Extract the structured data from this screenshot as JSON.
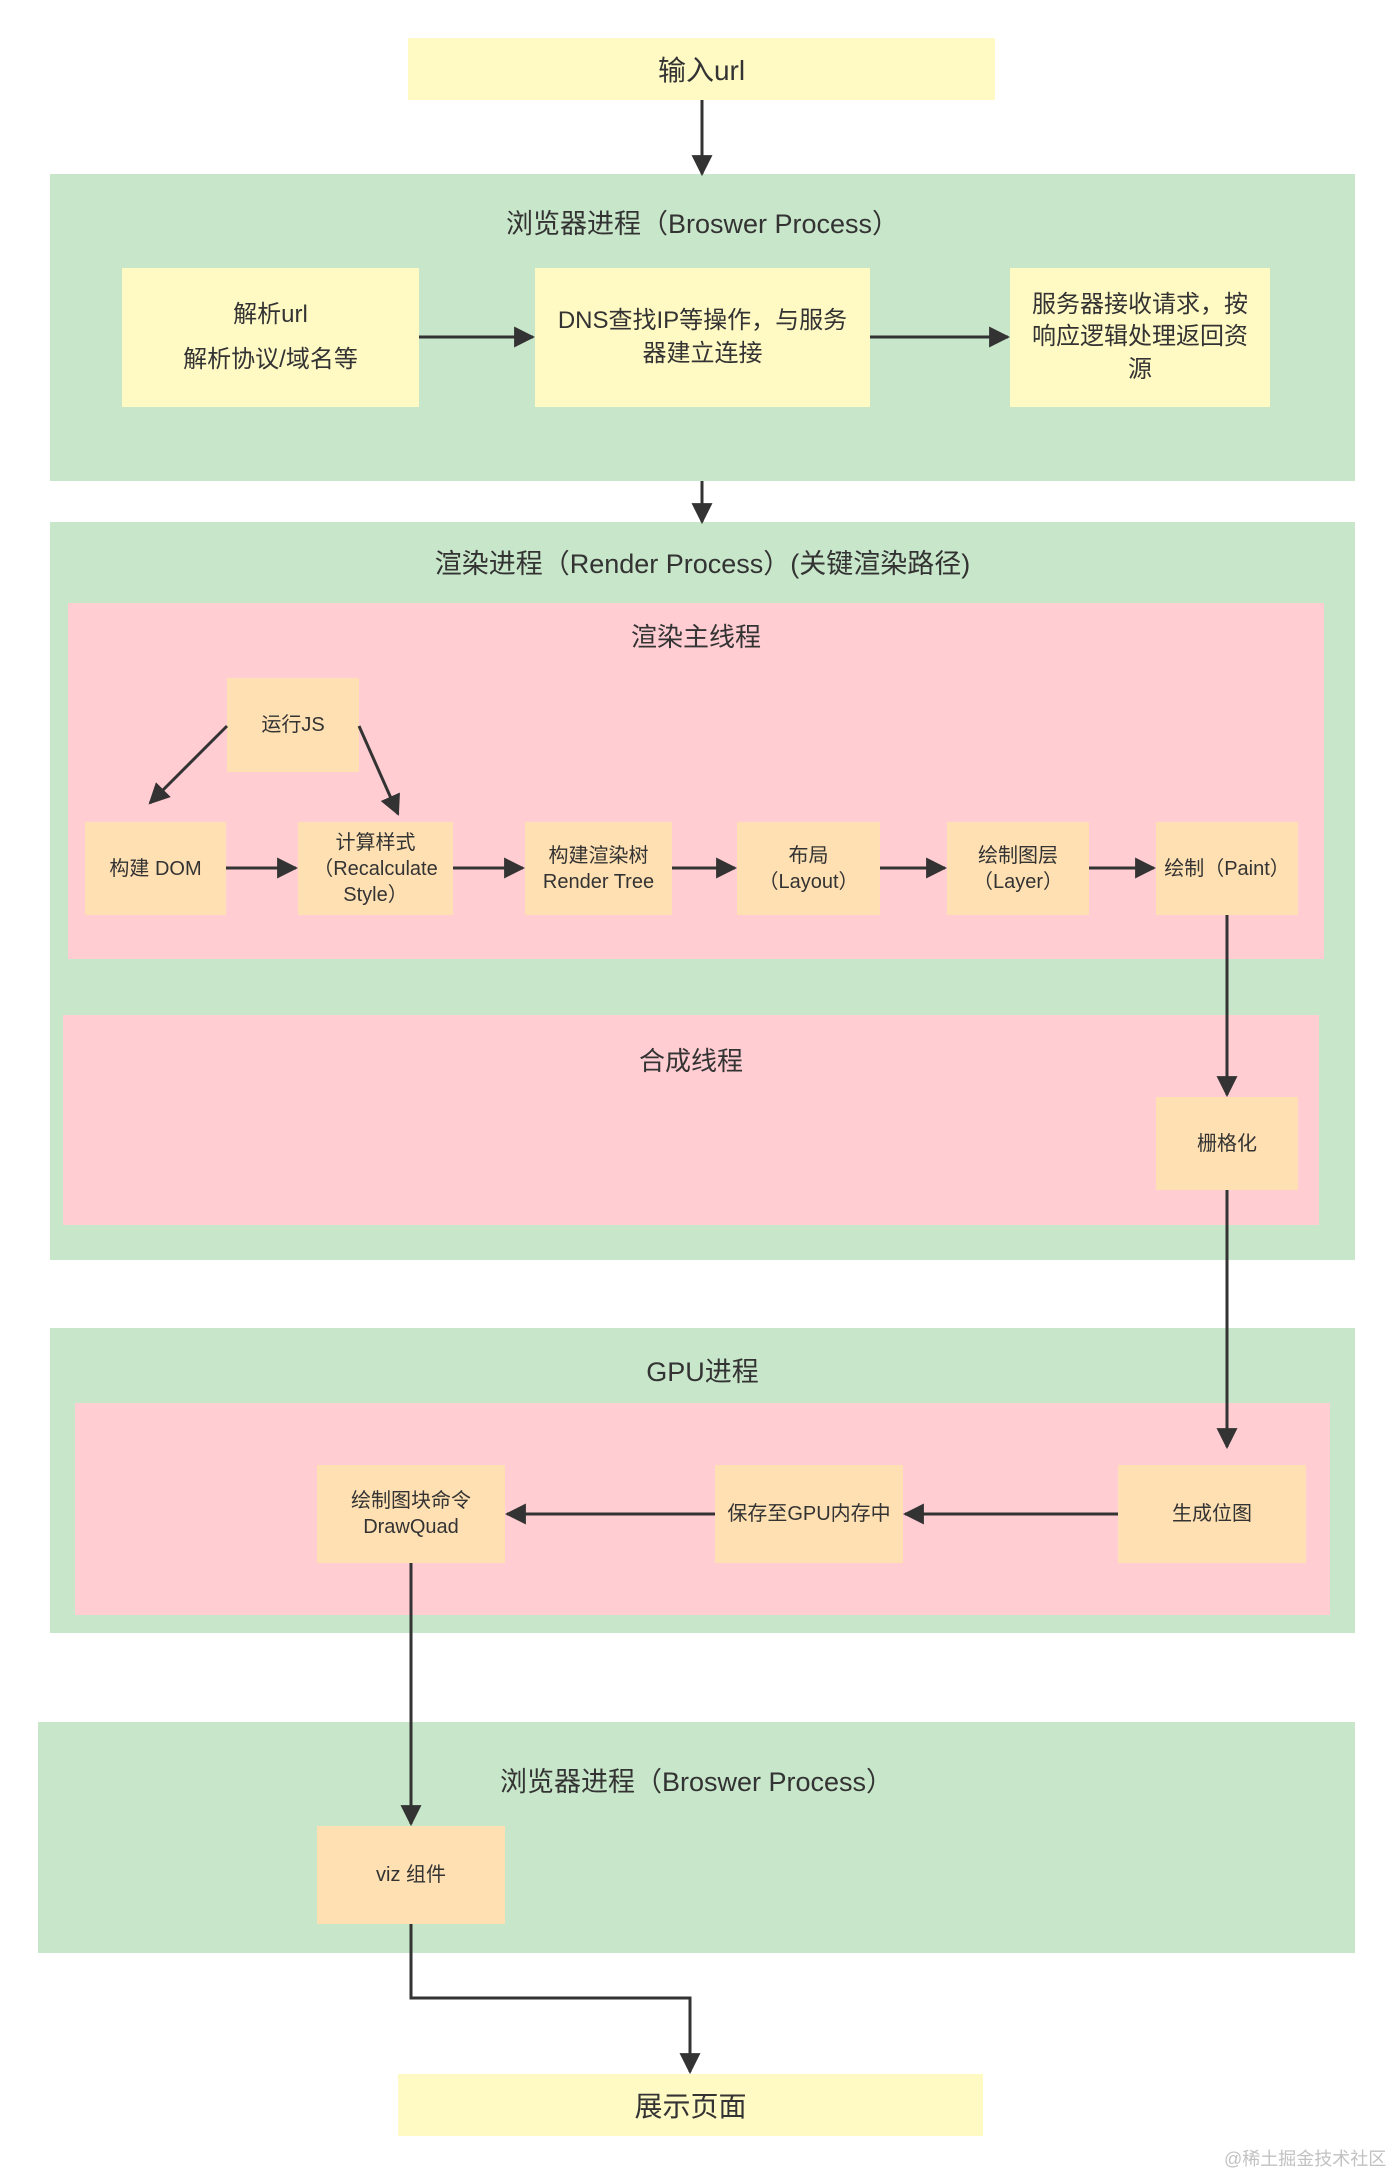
{
  "start": {
    "label": "输入url"
  },
  "browser_top": {
    "title": "浏览器进程（Broswer Process）",
    "parse": {
      "line1": "解析url",
      "line2": "解析协议/域名等"
    },
    "dns": {
      "text": "DNS查找IP等操作，与服务器建立连接"
    },
    "server": {
      "text": "服务器接收请求，按响应逻辑处理返回资源"
    }
  },
  "render": {
    "title": "渲染进程（Render Process）(关键渲染路径)",
    "main_thread": {
      "title": "渲染主线程",
      "run_js": "运行JS",
      "build_dom": "构建 DOM",
      "recalc_style": "计算样式（Recalculate Style）",
      "render_tree": "构建渲染树 Render Tree",
      "layout": "布局（Layout）",
      "layer": "绘制图层（Layer）",
      "paint": "绘制（Paint）"
    },
    "compositor": {
      "title": "合成线程",
      "raster": "栅格化"
    }
  },
  "gpu": {
    "title": "GPU进程",
    "draw_quad": "绘制图块命令 DrawQuad",
    "save_gpu": "保存至GPU内存中",
    "bitmap": "生成位图"
  },
  "browser_bottom": {
    "title": "浏览器进程（Broswer Process）",
    "viz": "viz 组件"
  },
  "end": {
    "label": "展示页面"
  },
  "watermark": "@稀土掘金技术社区",
  "colors": {
    "green_group": "#c8e6c9",
    "pink_group": "#ffcdd2",
    "light_yellow": "#fff9c4",
    "orange_node": "#ffe0b2",
    "arrow": "#333333"
  }
}
